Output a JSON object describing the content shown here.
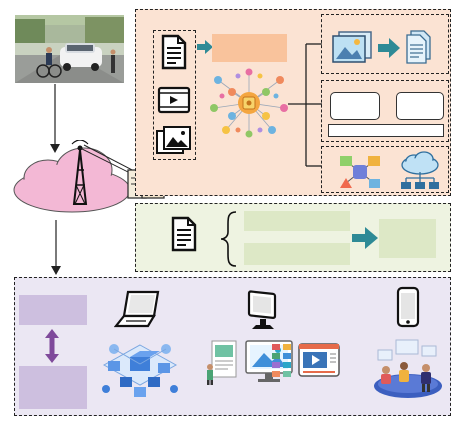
{
  "diagram": {
    "colors": {
      "orange_panel": "#fbe3d3",
      "green_panel": "#eef3e1",
      "purple_panel": "#ebe7f3",
      "lavender_box": "#cdbfdf",
      "green_box": "#dde8c6",
      "orange_box": "#f9c39c",
      "teal_arrow": "#2e8a96",
      "purple_arrow": "#7f4a9b",
      "cloud": "#f3b8d5"
    },
    "nodes": [
      {
        "id": "street-photo",
        "icon": "car-cyclist-photo"
      },
      {
        "id": "cloud",
        "icon": "cloud-with-tower"
      },
      {
        "id": "edge-server",
        "icon": "server-icon"
      },
      {
        "id": "data-types",
        "icons": [
          "document-icon",
          "video-icon",
          "images-icon"
        ]
      },
      {
        "id": "ai-brain",
        "icon": "ai-network-icon"
      },
      {
        "id": "image-to-document",
        "icons": [
          "image-icon",
          "document-icon"
        ]
      },
      {
        "id": "network-diagram",
        "icons": [
          "network-icon",
          "cloud-network-icon"
        ]
      },
      {
        "id": "text-summary",
        "icon": "document-icon"
      },
      {
        "id": "devices",
        "icons": [
          "laptop-icon",
          "monitor-icon",
          "phone-icon"
        ]
      }
    ]
  }
}
